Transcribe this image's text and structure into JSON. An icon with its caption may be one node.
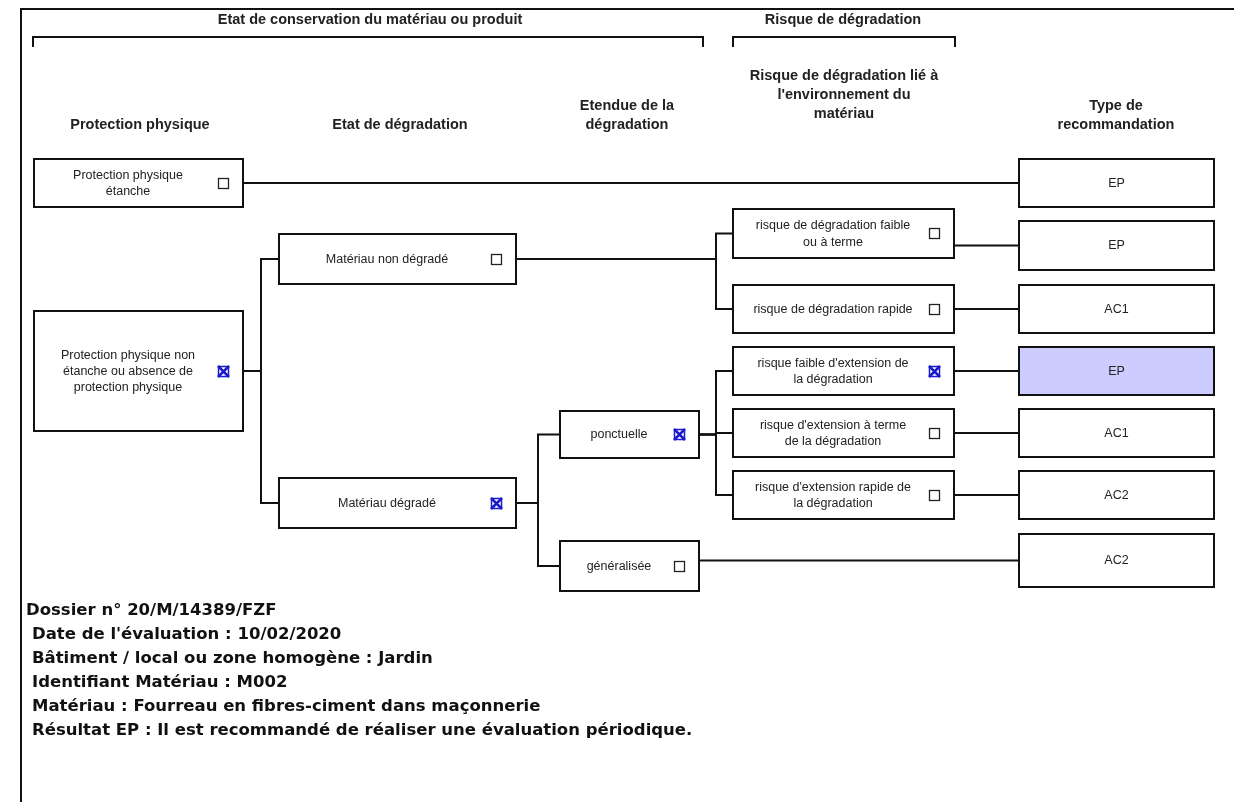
{
  "diagram": {
    "nodes": [
      {
        "text": [
          "Protection physique étanche"
        ]
      },
      {
        "text": [
          "EP"
        ]
      },
      {
        "text": [
          "Protection physique non étanche ou absence de protection physique"
        ]
      },
      {
        "text": [
          "Matériau non dégradé"
        ]
      },
      {
        "text": [
          "risque de dégradation faible ou à terme"
        ]
      },
      {
        "text": [
          "EP"
        ]
      },
      {
        "text": [
          "risque de dégradation rapide"
        ]
      },
      {
        "text": [
          "AC1"
        ]
      },
      {
        "text": [
          "risque faible d'extension de la dégradation"
        ]
      },
      {
        "text": [
          "EP"
        ]
      },
      {
        "text": [
          "ponctuelle"
        ]
      },
      {
        "text": [
          "risque d'extension à terme de la dégradation"
        ]
      },
      {
        "text": [
          "AC1"
        ]
      },
      {
        "text": [
          "Matériau dégradé"
        ]
      },
      {
        "text": [
          "risque d'extension rapide de la dégradation"
        ]
      },
      {
        "text": [
          "AC2"
        ]
      },
      {
        "text": [
          "généralisée"
        ]
      },
      {
        "text": [
          "AC2"
        ]
      }
    ],
    "edges": [
      {
        "from": 0,
        "to": 1,
        "arrow": "none"
      },
      {
        "from": 2,
        "to": 3,
        "arrow": "none"
      },
      {
        "from": 2,
        "to": 13,
        "arrow": "none"
      },
      {
        "from": 3,
        "to": 4,
        "arrow": "none"
      },
      {
        "from": 3,
        "to": 6,
        "arrow": "none"
      },
      {
        "from": 4,
        "to": 5,
        "arrow": "none"
      },
      {
        "from": 6,
        "to": 7,
        "arrow": "none"
      },
      {
        "from": 13,
        "to": 10,
        "arrow": "none"
      },
      {
        "from": 13,
        "to": 16,
        "arrow": "none"
      },
      {
        "from": 10,
        "to": 8,
        "arrow": "none"
      },
      {
        "from": 10,
        "to": 11,
        "arrow": "none"
      },
      {
        "from": 10,
        "to": 14,
        "arrow": "none"
      },
      {
        "from": 8,
        "to": 9,
        "arrow": "none"
      },
      {
        "from": 11,
        "to": 12,
        "arrow": "none"
      },
      {
        "from": 14,
        "to": 15,
        "arrow": "none"
      },
      {
        "from": 16,
        "to": 17,
        "arrow": "none"
      }
    ],
    "labels": [
      "Etat de conservation du matériau ou produit",
      "Risque de dégradation",
      "Risque de dégradation lié à l'environnement du matériau",
      "Protection physique",
      "Etat de dégradation",
      "Etendue de la dégradation",
      "Type de recommandation",
      "Dossier n° 20/M/14389/FZF",
      "Date de l'évaluation : 10/02/2020",
      "Bâtiment / local ou zone homogène : Jardin",
      "Identifiant Matériau : M002",
      "Matériau : Fourreau en fibres-ciment dans maçonnerie",
      "Résultat EP : Il est recommandé de réaliser une évaluation périodique."
    ]
  }
}
